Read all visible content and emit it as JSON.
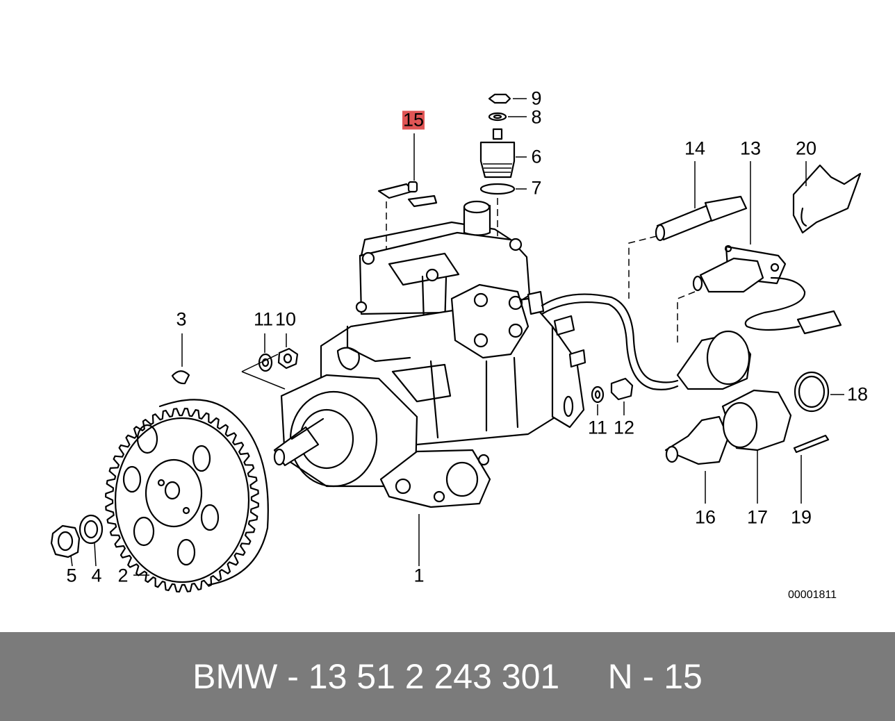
{
  "diagram": {
    "callouts": [
      {
        "id": "c1",
        "text": "1",
        "highlight": false
      },
      {
        "id": "c2",
        "text": "2",
        "highlight": false
      },
      {
        "id": "c3",
        "text": "3",
        "highlight": false
      },
      {
        "id": "c4",
        "text": "4",
        "highlight": false
      },
      {
        "id": "c5",
        "text": "5",
        "highlight": false
      },
      {
        "id": "c6",
        "text": "6",
        "highlight": false
      },
      {
        "id": "c7",
        "text": "7",
        "highlight": false
      },
      {
        "id": "c8",
        "text": "8",
        "highlight": false
      },
      {
        "id": "c9",
        "text": "9",
        "highlight": false
      },
      {
        "id": "c10",
        "text": "10",
        "highlight": false
      },
      {
        "id": "c11a",
        "text": "11",
        "highlight": false
      },
      {
        "id": "c11b",
        "text": "11",
        "highlight": false
      },
      {
        "id": "c12",
        "text": "12",
        "highlight": false
      },
      {
        "id": "c13",
        "text": "13",
        "highlight": false
      },
      {
        "id": "c14",
        "text": "14",
        "highlight": false
      },
      {
        "id": "c15",
        "text": "15",
        "highlight": true
      },
      {
        "id": "c16",
        "text": "16",
        "highlight": false
      },
      {
        "id": "c17",
        "text": "17",
        "highlight": false
      },
      {
        "id": "c18",
        "text": "18",
        "highlight": false
      },
      {
        "id": "c19",
        "text": "19",
        "highlight": false
      },
      {
        "id": "c20",
        "text": "20",
        "highlight": false
      }
    ],
    "code": "00001811"
  },
  "footer": {
    "text": "BMW - 13 51 2 243 301     N - 15"
  },
  "colors": {
    "highlight": "#e05555",
    "footer_bg": "#7b7b7b",
    "footer_text": "#ffffff"
  }
}
